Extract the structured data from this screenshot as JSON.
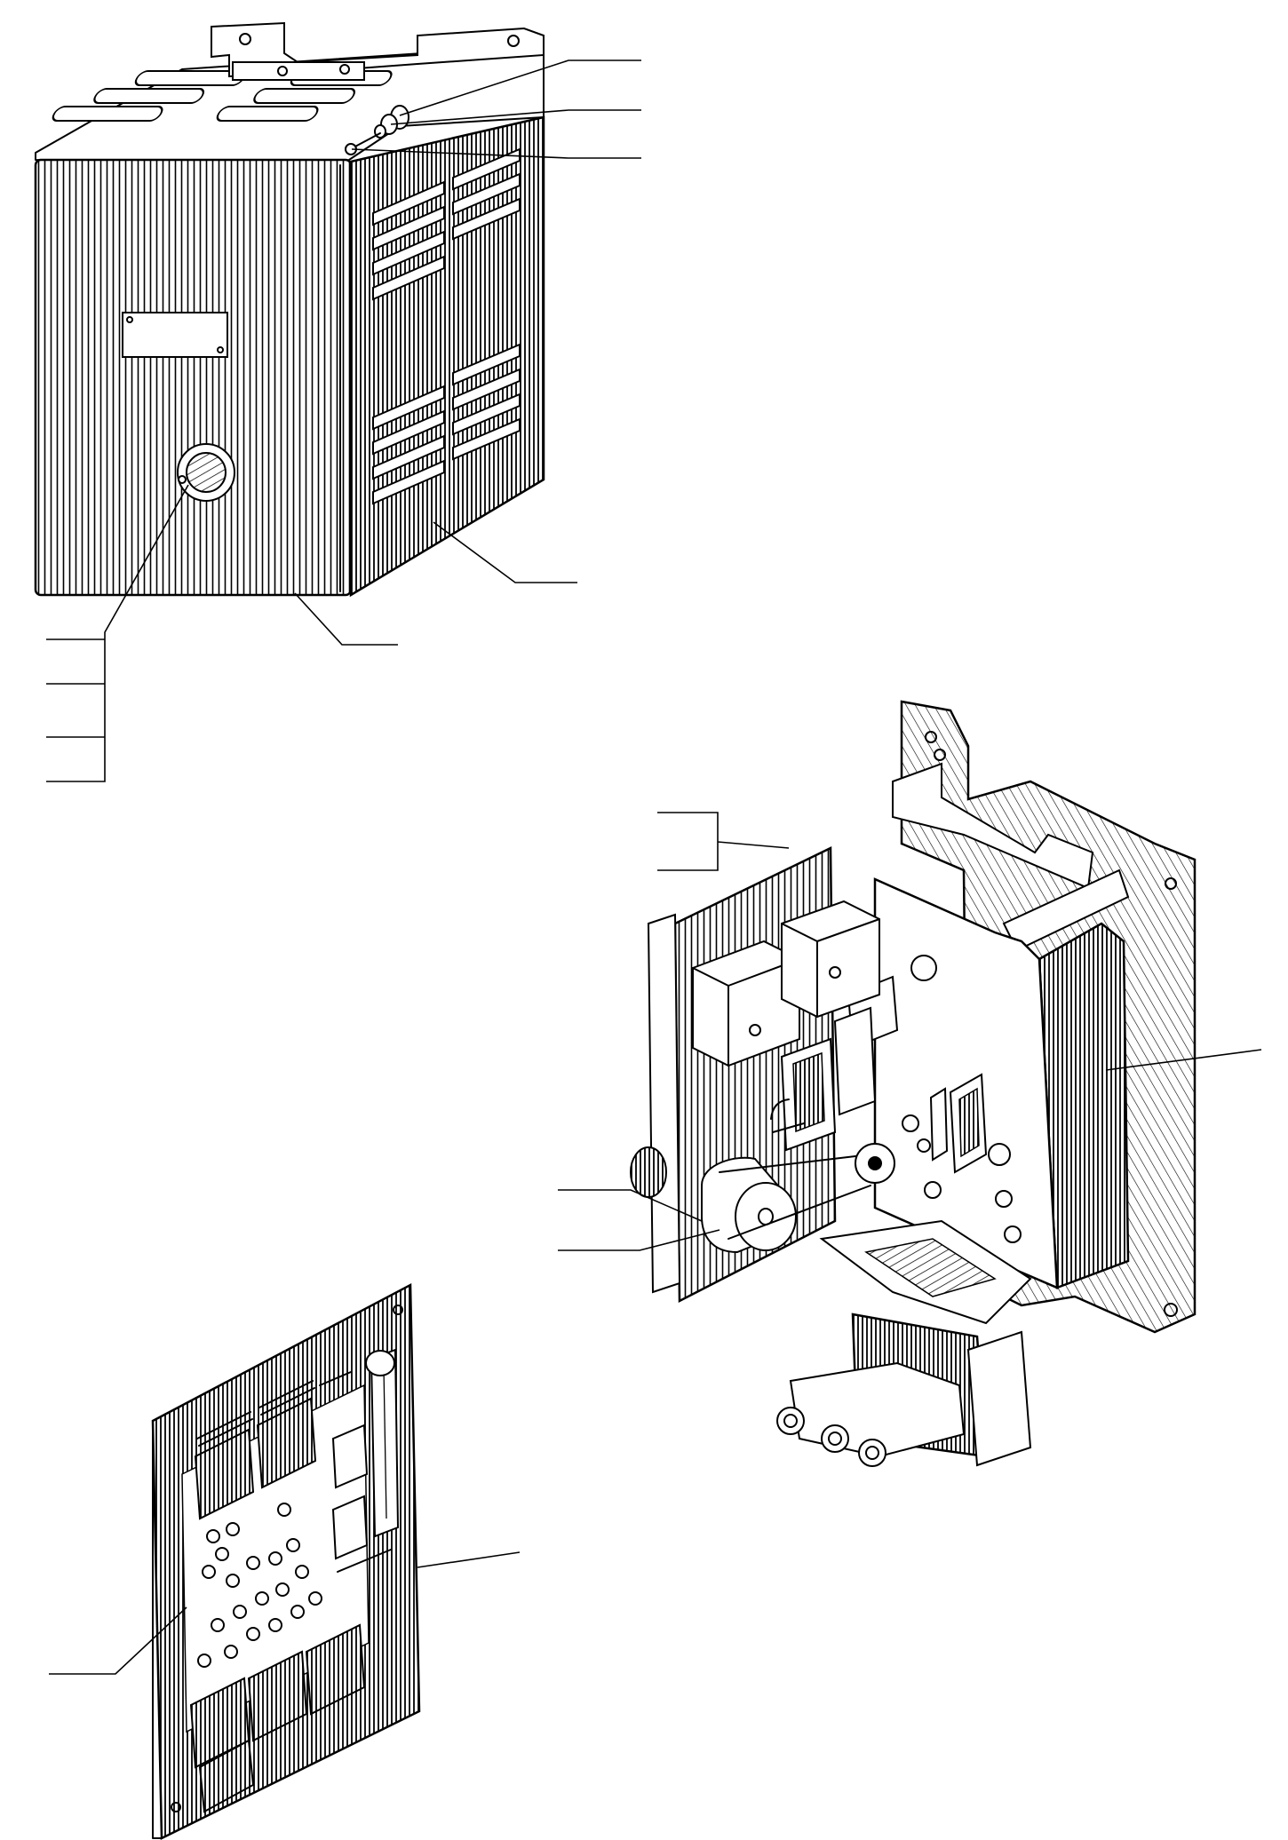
{
  "figure": {
    "illustrations": [
      {
        "id": "closed-enclosure"
      },
      {
        "id": "chassis-assembly"
      },
      {
        "id": "circuit-board"
      }
    ],
    "callouts_without_labels": 15,
    "ink_color": "#000000",
    "paper_color": "#ffffff"
  }
}
